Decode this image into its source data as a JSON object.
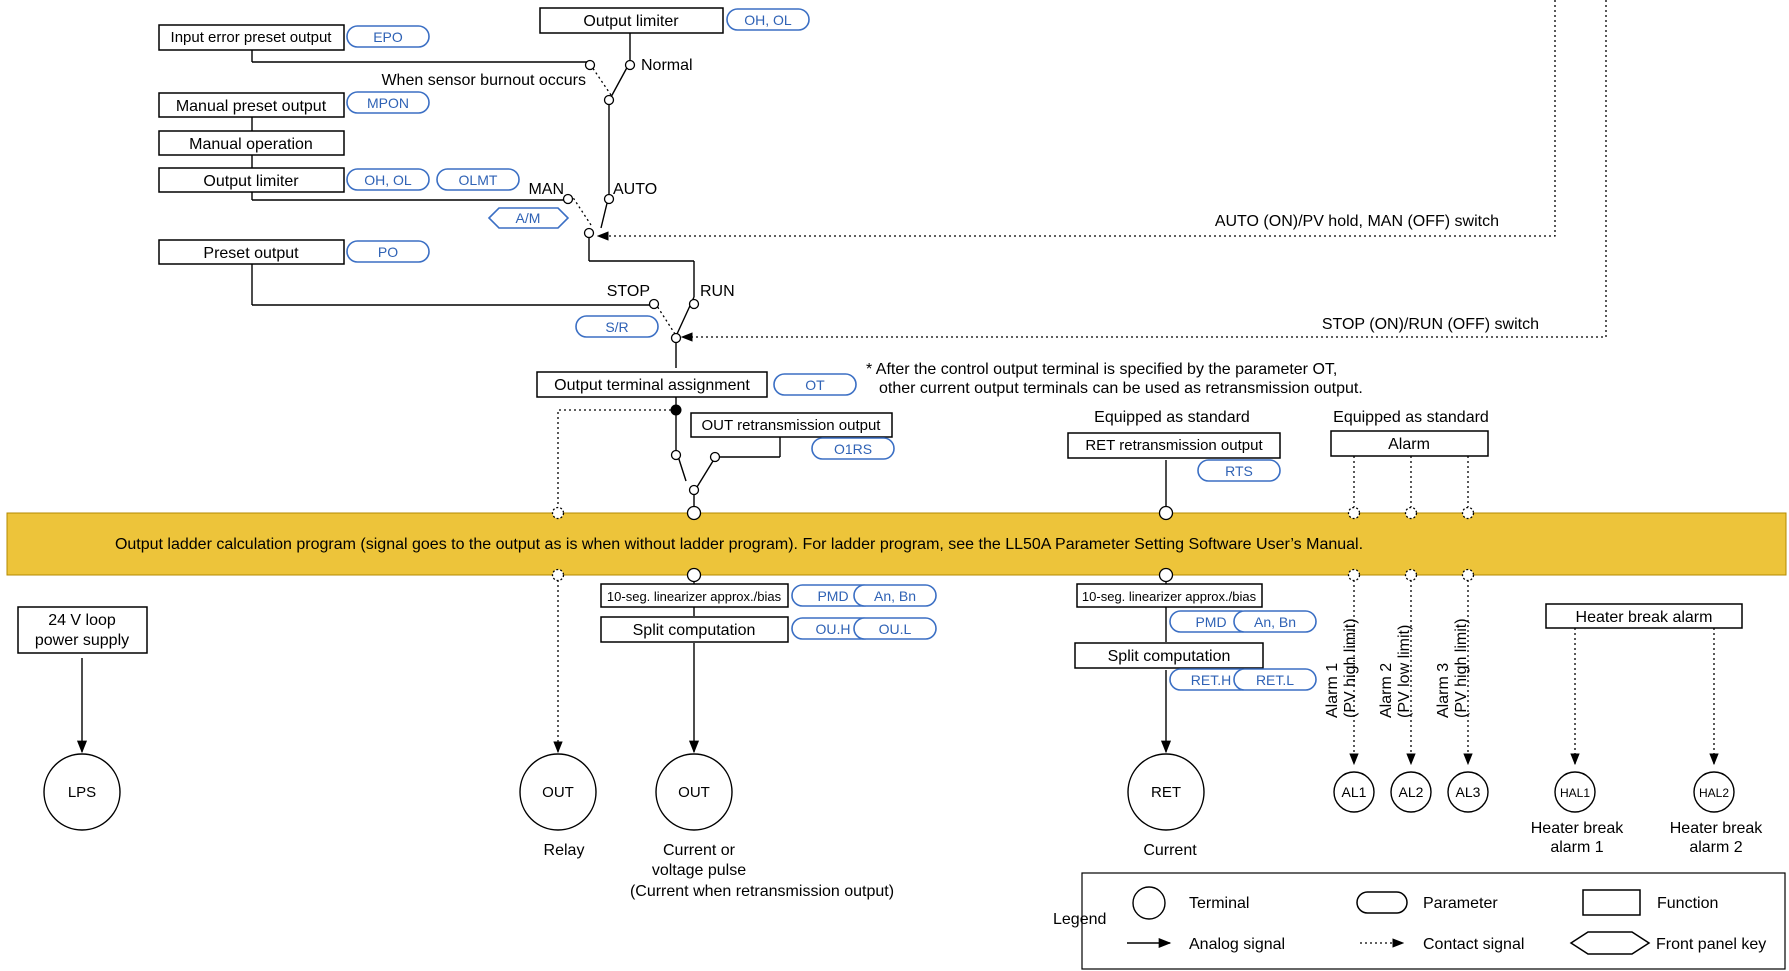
{
  "colors": {
    "ladder_band": "#EDC43A",
    "parameter_outline": "#3B6FC4",
    "line": "#000000"
  },
  "functions": {
    "output_limiter_top": "Output limiter",
    "input_error_preset_output": "Input error preset output",
    "manual_preset_output": "Manual preset output",
    "manual_operation": "Manual operation",
    "output_limiter": "Output limiter",
    "preset_output": "Preset output",
    "output_terminal_assignment": "Output terminal assignment",
    "out_retransmission_output": "OUT retransmission output",
    "ret_retransmission_output": "RET retransmission output",
    "alarm": "Alarm",
    "linearizer_out": "10-seg. linearizer approx./bias",
    "split_out": "Split computation",
    "linearizer_ret": "10-seg. linearizer approx./bias",
    "split_ret": "Split computation",
    "heater_break_alarm": "Heater break alarm",
    "loop_power_line1": "24 V loop",
    "loop_power_line2": "power supply"
  },
  "params": {
    "oh_ol_top": "OH, OL",
    "epo": "EPO",
    "mpon": "MPON",
    "oh_ol": "OH, OL",
    "olmt": "OLMT",
    "po": "PO",
    "ot": "OT",
    "o1rs": "O1RS",
    "rts": "RTS",
    "pmd_out": "PMD",
    "an_bn_out": "An, Bn",
    "ouh": "OU.H",
    "oul": "OU.L",
    "pmd_ret": "PMD",
    "an_bn_ret": "An, Bn",
    "reth": "RET.H",
    "retl": "RET.L"
  },
  "keys": {
    "am": "A/M",
    "sr": "S/R"
  },
  "labels": {
    "normal": "Normal",
    "burnout": "When sensor burnout occurs",
    "man": "MAN",
    "auto": "AUTO",
    "stop": "STOP",
    "run": "RUN",
    "auto_switch": "AUTO (ON)/PV hold, MAN (OFF) switch",
    "stop_switch": "STOP (ON)/RUN (OFF) switch",
    "note_line1": "* After the control output terminal is specified by the parameter OT,",
    "note_line2": "other current output terminals can be used as retransmission output.",
    "equipped_ret": "Equipped as standard",
    "equipped_alarm": "Equipped as standard",
    "ladder": "Output ladder calculation program (signal goes to the output as is when without ladder program).   For ladder program, see the LL50A Parameter Setting Software User’s Manual.",
    "alarm1_line1": "Alarm 1",
    "alarm1_line2": "(PV high limit)",
    "alarm2_line1": "Alarm 2",
    "alarm2_line2": "(PV low limit)",
    "alarm3_line1": "Alarm 3",
    "alarm3_line2": "(PV high limit)"
  },
  "terminals": {
    "lps": "LPS",
    "out_relay": "OUT",
    "out_current": "OUT",
    "ret": "RET",
    "al1": "AL1",
    "al2": "AL2",
    "al3": "AL3",
    "hal1": "HAL1",
    "hal2": "HAL2"
  },
  "captions": {
    "relay": "Relay",
    "current_line1": "Current or",
    "current_line2": "voltage pulse",
    "current_line3": "(Current when retransmission output)",
    "ret_current": "Current",
    "hal1_line1": "Heater break",
    "hal1_line2": "alarm 1",
    "hal2_line1": "Heater break",
    "hal2_line2": "alarm 2"
  },
  "legend": {
    "title": "Legend",
    "terminal": "Terminal",
    "parameter": "Parameter",
    "function": "Function",
    "analog": "Analog signal",
    "contact": "Contact signal",
    "front_key": "Front panel key"
  }
}
